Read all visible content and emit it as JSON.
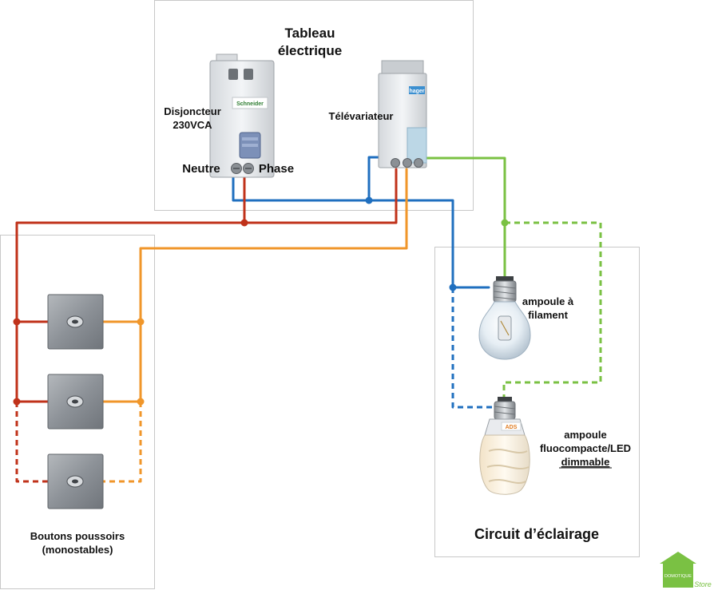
{
  "panels": {
    "tableau_title_1": "Tableau",
    "tableau_title_2": "électrique",
    "disjoncteur_1": "Disjoncteur",
    "disjoncteur_2": "230VCA",
    "televariateur": "Télévariateur",
    "neutre": "Neutre",
    "phase": "Phase",
    "boutons_1": "Boutons poussoirs",
    "boutons_2": "(monostables)",
    "circuit": "Circuit d’éclairage",
    "ampoule1_1": "ampoule à",
    "ampoule1_2": "filament",
    "ampoule2_1": "ampoule",
    "ampoule2_2": "fluocompacte/LED",
    "ampoule2_3": "dimmable"
  },
  "breaker_brand": "Schneider",
  "dimmer_brand": "hager",
  "bulb_brand": "ADS",
  "logo": {
    "word1": "DOMOTIQUE",
    "word2": "Store"
  },
  "colors": {
    "neutral": "#1f6fbf",
    "phase": "#c0321a",
    "control": "#f0962a",
    "lamp": "#7ac143",
    "neutre_text": "#1a66b8",
    "phase_text": "#c0321a"
  }
}
